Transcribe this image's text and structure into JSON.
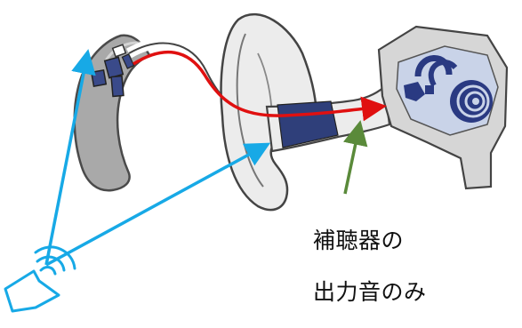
{
  "caption": {
    "line1": "補聴器の",
    "line2": "出力音のみ"
  },
  "colors": {
    "device_gray": "#a9a9a9",
    "device_dark": "#5c5c5c",
    "ear_light": "#ececec",
    "ear_outline": "#444444",
    "canal_blue": "#2f3f7a",
    "inner_ear_blue": "#2a3a82",
    "inner_ear_fill": "#c9d3e8",
    "sound_path_red": "#e01010",
    "sound_arrow_blue": "#17a9e6",
    "output_arrow_green": "#5a8a3a"
  },
  "icons": [
    "hearing-aid",
    "ear",
    "ear-canal",
    "inner-ear-cochlea",
    "sound-source-speaker",
    "sound-waves"
  ]
}
